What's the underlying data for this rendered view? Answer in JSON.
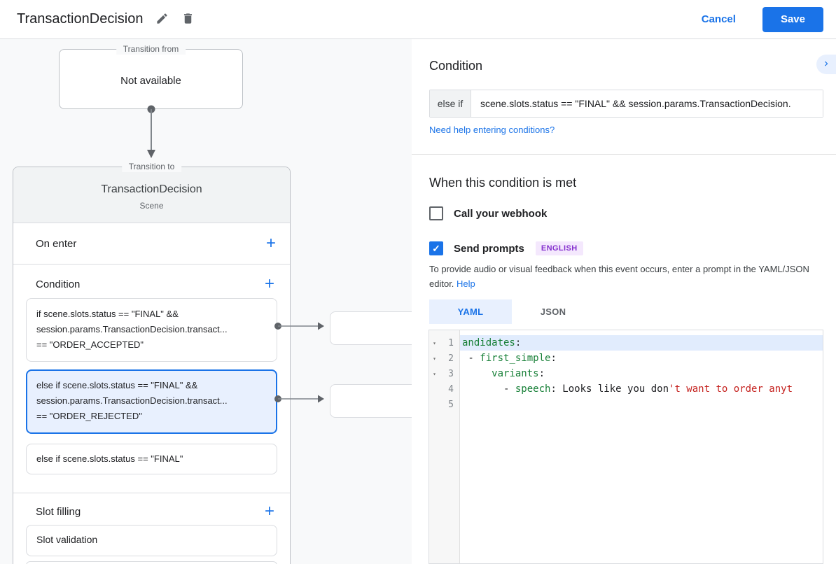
{
  "header": {
    "title": "TransactionDecision",
    "cancel_label": "Cancel",
    "save_label": "Save"
  },
  "canvas": {
    "transition_from": {
      "legend": "Transition from",
      "value": "Not available"
    },
    "scene": {
      "legend": "Transition to",
      "title": "TransactionDecision",
      "subtitle": "Scene",
      "on_enter_label": "On enter",
      "condition_label": "Condition",
      "condition_cards": [
        {
          "selected": false,
          "lines": [
            "if scene.slots.status == \"FINAL\" &&",
            "session.params.TransactionDecision.transact...",
            "== \"ORDER_ACCEPTED\""
          ]
        },
        {
          "selected": true,
          "lines": [
            "else if scene.slots.status == \"FINAL\" &&",
            "session.params.TransactionDecision.transact...",
            "== \"ORDER_REJECTED\""
          ]
        },
        {
          "selected": false,
          "lines": [
            "else if scene.slots.status == \"FINAL\""
          ]
        }
      ],
      "slot_filling_label": "Slot filling",
      "slot_card_label": "Slot validation"
    }
  },
  "panel": {
    "title": "Condition",
    "condition_input": {
      "prefix": "else if",
      "value": "scene.slots.status == \"FINAL\" && session.params.TransactionDecision."
    },
    "help_link": "Need help entering conditions?",
    "when_met": {
      "title": "When this condition is met",
      "webhook": {
        "label": "Call your webhook",
        "checked": false
      },
      "prompts": {
        "label": "Send prompts",
        "checked": true,
        "badge": "ENGLISH"
      },
      "description": "To provide audio or visual feedback when this event occurs, enter a prompt in the YAML/JSON editor.",
      "description_link": "Help"
    },
    "editor": {
      "tabs": [
        {
          "label": "YAML",
          "active": true
        },
        {
          "label": "JSON",
          "active": false
        }
      ],
      "lines": [
        {
          "num": "1",
          "fold": true,
          "highlight": true,
          "tokens": [
            {
              "c": "key",
              "v": "andidates"
            },
            {
              "c": "plain",
              "v": ":"
            }
          ]
        },
        {
          "num": "2",
          "fold": true,
          "highlight": false,
          "tokens": [
            {
              "c": "plain",
              "v": " - "
            },
            {
              "c": "key",
              "v": "first_simple"
            },
            {
              "c": "plain",
              "v": ":"
            }
          ]
        },
        {
          "num": "3",
          "fold": true,
          "highlight": false,
          "tokens": [
            {
              "c": "plain",
              "v": "     "
            },
            {
              "c": "key",
              "v": "variants"
            },
            {
              "c": "plain",
              "v": ":"
            }
          ]
        },
        {
          "num": "4",
          "fold": false,
          "highlight": false,
          "tokens": [
            {
              "c": "plain",
              "v": "       - "
            },
            {
              "c": "key",
              "v": "speech"
            },
            {
              "c": "plain",
              "v": ": Looks like you don"
            },
            {
              "c": "string",
              "v": "'t want to order anyt"
            }
          ]
        },
        {
          "num": "5",
          "fold": false,
          "highlight": false,
          "tokens": []
        }
      ]
    }
  },
  "colors": {
    "accent": "#1a73e8",
    "selected_card_bg": "#e8f0fe",
    "badge_bg": "#f4e8fd",
    "badge_text": "#8430ce",
    "yaml_key": "#188038",
    "yaml_string": "#c5221f",
    "canvas_bg": "#f8f9fa"
  }
}
